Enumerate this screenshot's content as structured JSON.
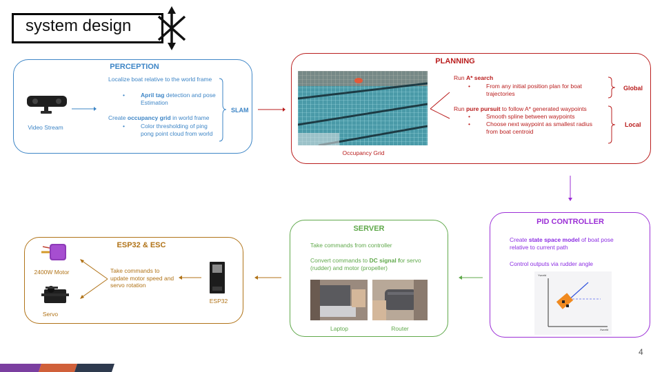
{
  "title": {
    "text": "system design"
  },
  "perception": {
    "heading": "PERCEPTION",
    "line1": "Localize boat relative to the world frame",
    "bullet1_bold": "April tag",
    "bullet1_rest": " detection and pose Estimation",
    "line2_pre": "Create ",
    "line2_bold": "occupancy grid",
    "line2_post": " in world frame",
    "bullet2": "Color thresholding of ping pong point cloud from world",
    "brace_label": "SLAM",
    "camera_caption": "Video Stream"
  },
  "planning": {
    "heading": "PLANNING",
    "grid_caption": "Occupancy Grid",
    "astar_pre": "Run ",
    "astar_bold": "A* search",
    "astar_bullet": "From any initial position plan for boat trajectories",
    "global_label": "Global",
    "pp_pre": "Run ",
    "pp_bold": "pure pursuit",
    "pp_post": " to follow A* generated waypoints",
    "pp_bullet1": "Smooth spline between waypoints",
    "pp_bullet2": "Choose next waypoint as smallest radius from boat centroid",
    "local_label": "Local"
  },
  "pid": {
    "heading": "PID CONTROLLER",
    "line1_pre": "Create ",
    "line1_bold": "state space model",
    "line1_post": " of boat pose relative to current path",
    "line2": "Control outputs via rudder angle",
    "plot_ylabel": "Yworld",
    "plot_xlabel": "Xworld"
  },
  "server": {
    "heading": "SERVER",
    "line1": "Take commands from controller",
    "line2_pre": "Convert commands to ",
    "line2_bold": "DC signal f",
    "line2_post": "or servo (rudder) and motor (propeller)",
    "laptop_caption": "Laptop",
    "router_caption": "Router"
  },
  "esp": {
    "heading": "ESP32 & ESC",
    "text": "Take commands to update motor speed and servo rotation",
    "motor_caption": "2400W Motor",
    "servo_caption": "Servo",
    "esp_caption": "ESP32"
  },
  "page_number": "4",
  "colors": {
    "blue": "#3d85c6",
    "red": "#b91c1c",
    "purple": "#9b2ed6",
    "green": "#5fa84a",
    "brown": "#b07216",
    "pid_text": "#8a2be2"
  }
}
